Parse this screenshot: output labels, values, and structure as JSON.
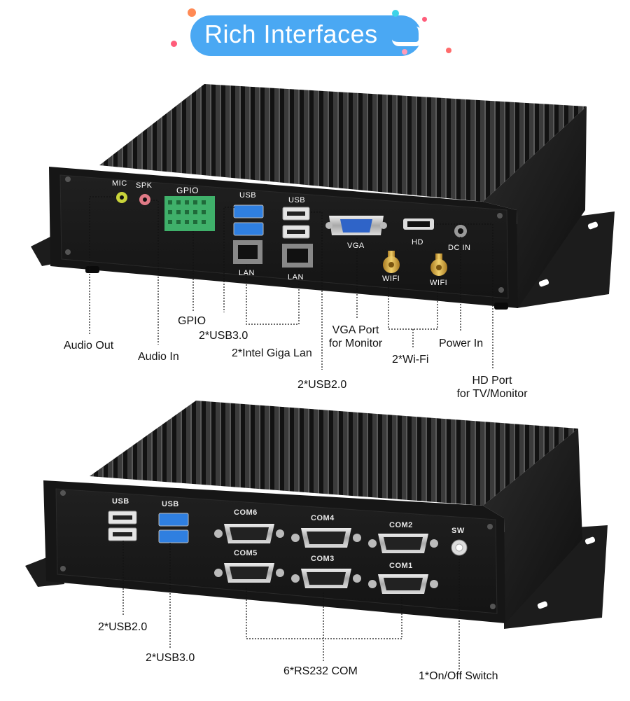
{
  "banner": {
    "title": "Rich Interfaces"
  },
  "top_device": {
    "panel_labels": {
      "mic": "MIC",
      "spk": "SPK",
      "gpio": "GPIO",
      "usb_a": "USB",
      "usb_b": "USB",
      "lan_a": "LAN",
      "lan_b": "LAN",
      "vga": "VGA",
      "hd": "HD",
      "dc_in": "DC IN",
      "wifi_a": "WIFI",
      "wifi_b": "WIFI"
    },
    "callouts": {
      "audio_out": "Audio Out",
      "audio_in": "Audio In",
      "gpio": "GPIO",
      "usb3": "2*USB3.0",
      "lan": "2*Intel Giga Lan",
      "usb2": "2*USB2.0",
      "vga_line1": "VGA Port",
      "vga_line2": "for Monitor",
      "wifi": "2*Wi-Fi",
      "power": "Power In",
      "hd_line1": "HD Port",
      "hd_line2": "for TV/Monitor"
    }
  },
  "bottom_device": {
    "panel_labels": {
      "usb_a": "USB",
      "usb_b": "USB",
      "com6": "COM6",
      "com4": "COM4",
      "com2": "COM2",
      "com5": "COM5",
      "com3": "COM3",
      "com1": "COM1",
      "sw": "SW"
    },
    "callouts": {
      "usb2": "2*USB2.0",
      "usb3": "2*USB3.0",
      "com": "6*RS232 COM",
      "switch": "1*On/Off Switch"
    }
  },
  "colors": {
    "banner": "#4aa8f3",
    "usb3": "#2f7fe0",
    "gpio": "#3fb06a",
    "vga": "#2f64c8",
    "chassis": "#1a1a1a"
  }
}
